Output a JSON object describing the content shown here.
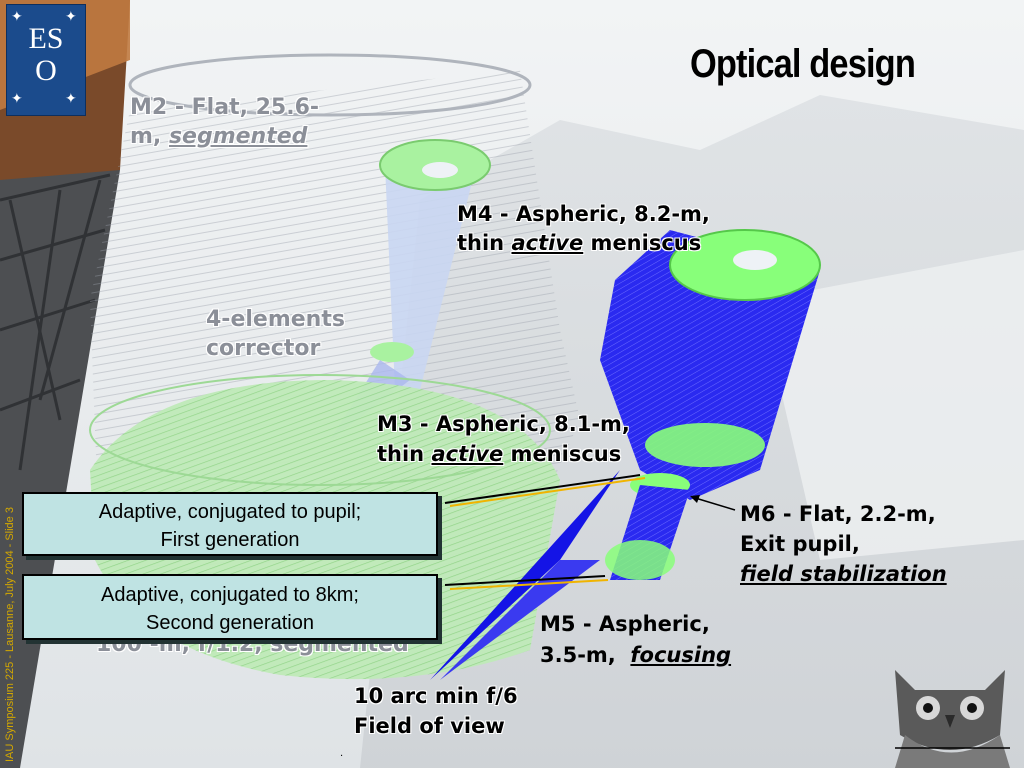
{
  "slide": {
    "title": "Optical design",
    "side_text": "IAU Symposium 225 - Lausanne, July 2004  -  Slide 3",
    "footer_dot": "."
  },
  "logo": {
    "line1": "ES",
    "line2": "O",
    "accent_color": "#1b4b8c"
  },
  "labels": {
    "m2_line1": "M2 - Flat, 25.6-",
    "m2_line2_prefix": "m, ",
    "m2_line2_emph": "segmented",
    "corrector_line1": "4-elements",
    "corrector_line2": "corrector",
    "m4_line1": "M4 - Aspheric, 8.2-m,",
    "m4_line2_prefix": "thin ",
    "m4_line2_emph": "active",
    "m4_line2_suffix": " meniscus",
    "m3_line1": "M3 - Aspheric, 8.1-m,",
    "m3_line2_prefix": "thin ",
    "m3_line2_emph": "active",
    "m3_line2_suffix": " meniscus",
    "m6_line1": "M6 - Flat, 2.2-m,",
    "m6_line2": "Exit pupil,",
    "m6_line3": "field stabilization",
    "m5_line1": "M5 - Aspheric,",
    "m5_line2_prefix": "3.5-m,  ",
    "m5_line2_emph": "focusing",
    "fov_line1": "10 arc min f/6",
    "fov_line2": "Field of view",
    "m1_partial": "100 -m, f/1.2, segmented"
  },
  "boxes": {
    "first_line1": "Adaptive, conjugated to pupil;",
    "first_line2": "First generation",
    "second_line1": "Adaptive, conjugated to 8km;",
    "second_line2": "Second generation"
  },
  "colors": {
    "rays_blue": "#1414e6",
    "mirror_green": "#88ff7a",
    "ghost_grey": "#9aa0aa",
    "box_fill": "#bfe3e3",
    "connector_gold": "#f0b400",
    "side_text": "#d4a800"
  }
}
